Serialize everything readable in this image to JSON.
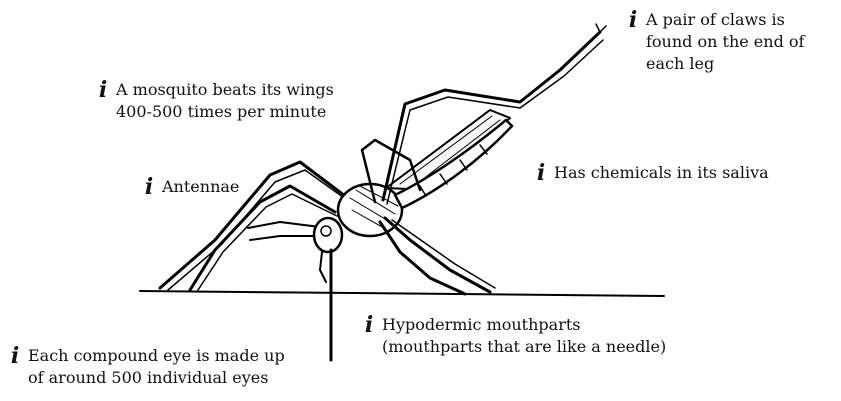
{
  "labels": {
    "claws": {
      "icon": "i",
      "lines": [
        "A pair of claws is",
        "found on the end of",
        "each leg"
      ]
    },
    "wings": {
      "icon": "i",
      "lines": [
        "A mosquito beats its wings",
        "400-500 times per minute"
      ]
    },
    "saliva": {
      "icon": "i",
      "lines": [
        "Has chemicals in its saliva"
      ]
    },
    "antennae": {
      "icon": "i",
      "lines": [
        "Antennae"
      ]
    },
    "mouthparts": {
      "icon": "i",
      "lines": [
        "Hypodermic mouthparts",
        "(mouthparts that are like a needle)"
      ]
    },
    "eye": {
      "icon": "i",
      "lines": [
        "Each compound eye is made up",
        "of around 500 individual eyes"
      ]
    }
  },
  "icons": {
    "info": "info-icon",
    "mosquito": "mosquito-illustration"
  }
}
